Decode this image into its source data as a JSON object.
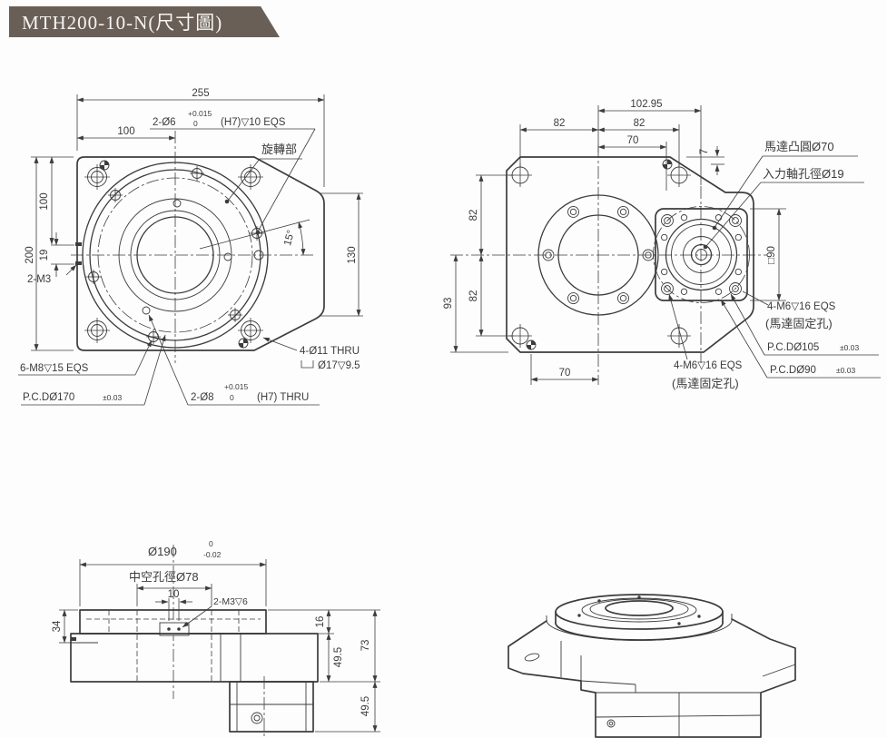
{
  "title_banner": {
    "text": "MTH200-10-N(尺寸圖)"
  },
  "colors": {
    "banner_bg": "#6a5f57",
    "line": "#3c3c3c",
    "background": "#fdfdfd"
  },
  "front_view": {
    "name_label": "旋轉部",
    "dim_width_total": "255",
    "dim_width_half": "100",
    "dim_height_total": "200",
    "dim_height_half": "100",
    "dim_pin_offset": "19",
    "label_side_holes": "2-M3",
    "label_pin_top": "2-Ø6",
    "tol_plus": "+0.015",
    "tol_zero": "0",
    "label_pin_top_suffix": "(H7)▽10 EQS",
    "dim_angle": "15°",
    "dim_tab_height": "130",
    "label_corner_holes": "4-Ø11 THRU",
    "label_counterbore": "Ø17▽9.5",
    "label_mount_holes": "6-M8▽15 EQS",
    "label_pcd": "P.C.DØ170",
    "label_pcd_tol": "±0.03",
    "label_pin_bottom": "2-Ø8",
    "tol_plus_b": "+0.015",
    "tol_zero_b": "0",
    "label_pin_bottom_suffix": "(H7) THRU"
  },
  "bottom_view": {
    "dim_center_dist": "102.95",
    "dim_82_left": "82",
    "dim_82_right": "82",
    "dim_70_top": "70",
    "dim_step": "7",
    "label_motor_boss": "馬達凸圓Ø70",
    "label_input_shaft": "入力軸孔徑Ø19",
    "dim_square": "□90",
    "dim_82_upper": "82",
    "dim_93": "93",
    "dim_82_lower": "82",
    "dim_70_bottom": "70",
    "label_motor_holes_right": "4-M6▽16 EQS",
    "label_motor_holes_right2": "(馬達固定孔)",
    "label_pcd105": "P.C.DØ105",
    "label_pcd105_tol": "±0.03",
    "label_pcd90": "P.C.DØ90",
    "label_pcd90_tol": "±0.03",
    "label_motor_holes_bottom": "4-M6▽16 EQS",
    "label_motor_holes_bottom2": "(馬達固定孔)"
  },
  "section_view": {
    "dim_outer_dia": "Ø190",
    "tol_zero": "0",
    "tol_minus": "-0.02",
    "label_hollow_bore": "中空孔徑Ø78",
    "dim_10": "10",
    "label_m3": "2-M3▽6",
    "dim_34": "34",
    "dim_16": "16",
    "dim_49_5_upper": "49.5",
    "dim_73": "73",
    "dim_49_5_lower": "49.5"
  }
}
